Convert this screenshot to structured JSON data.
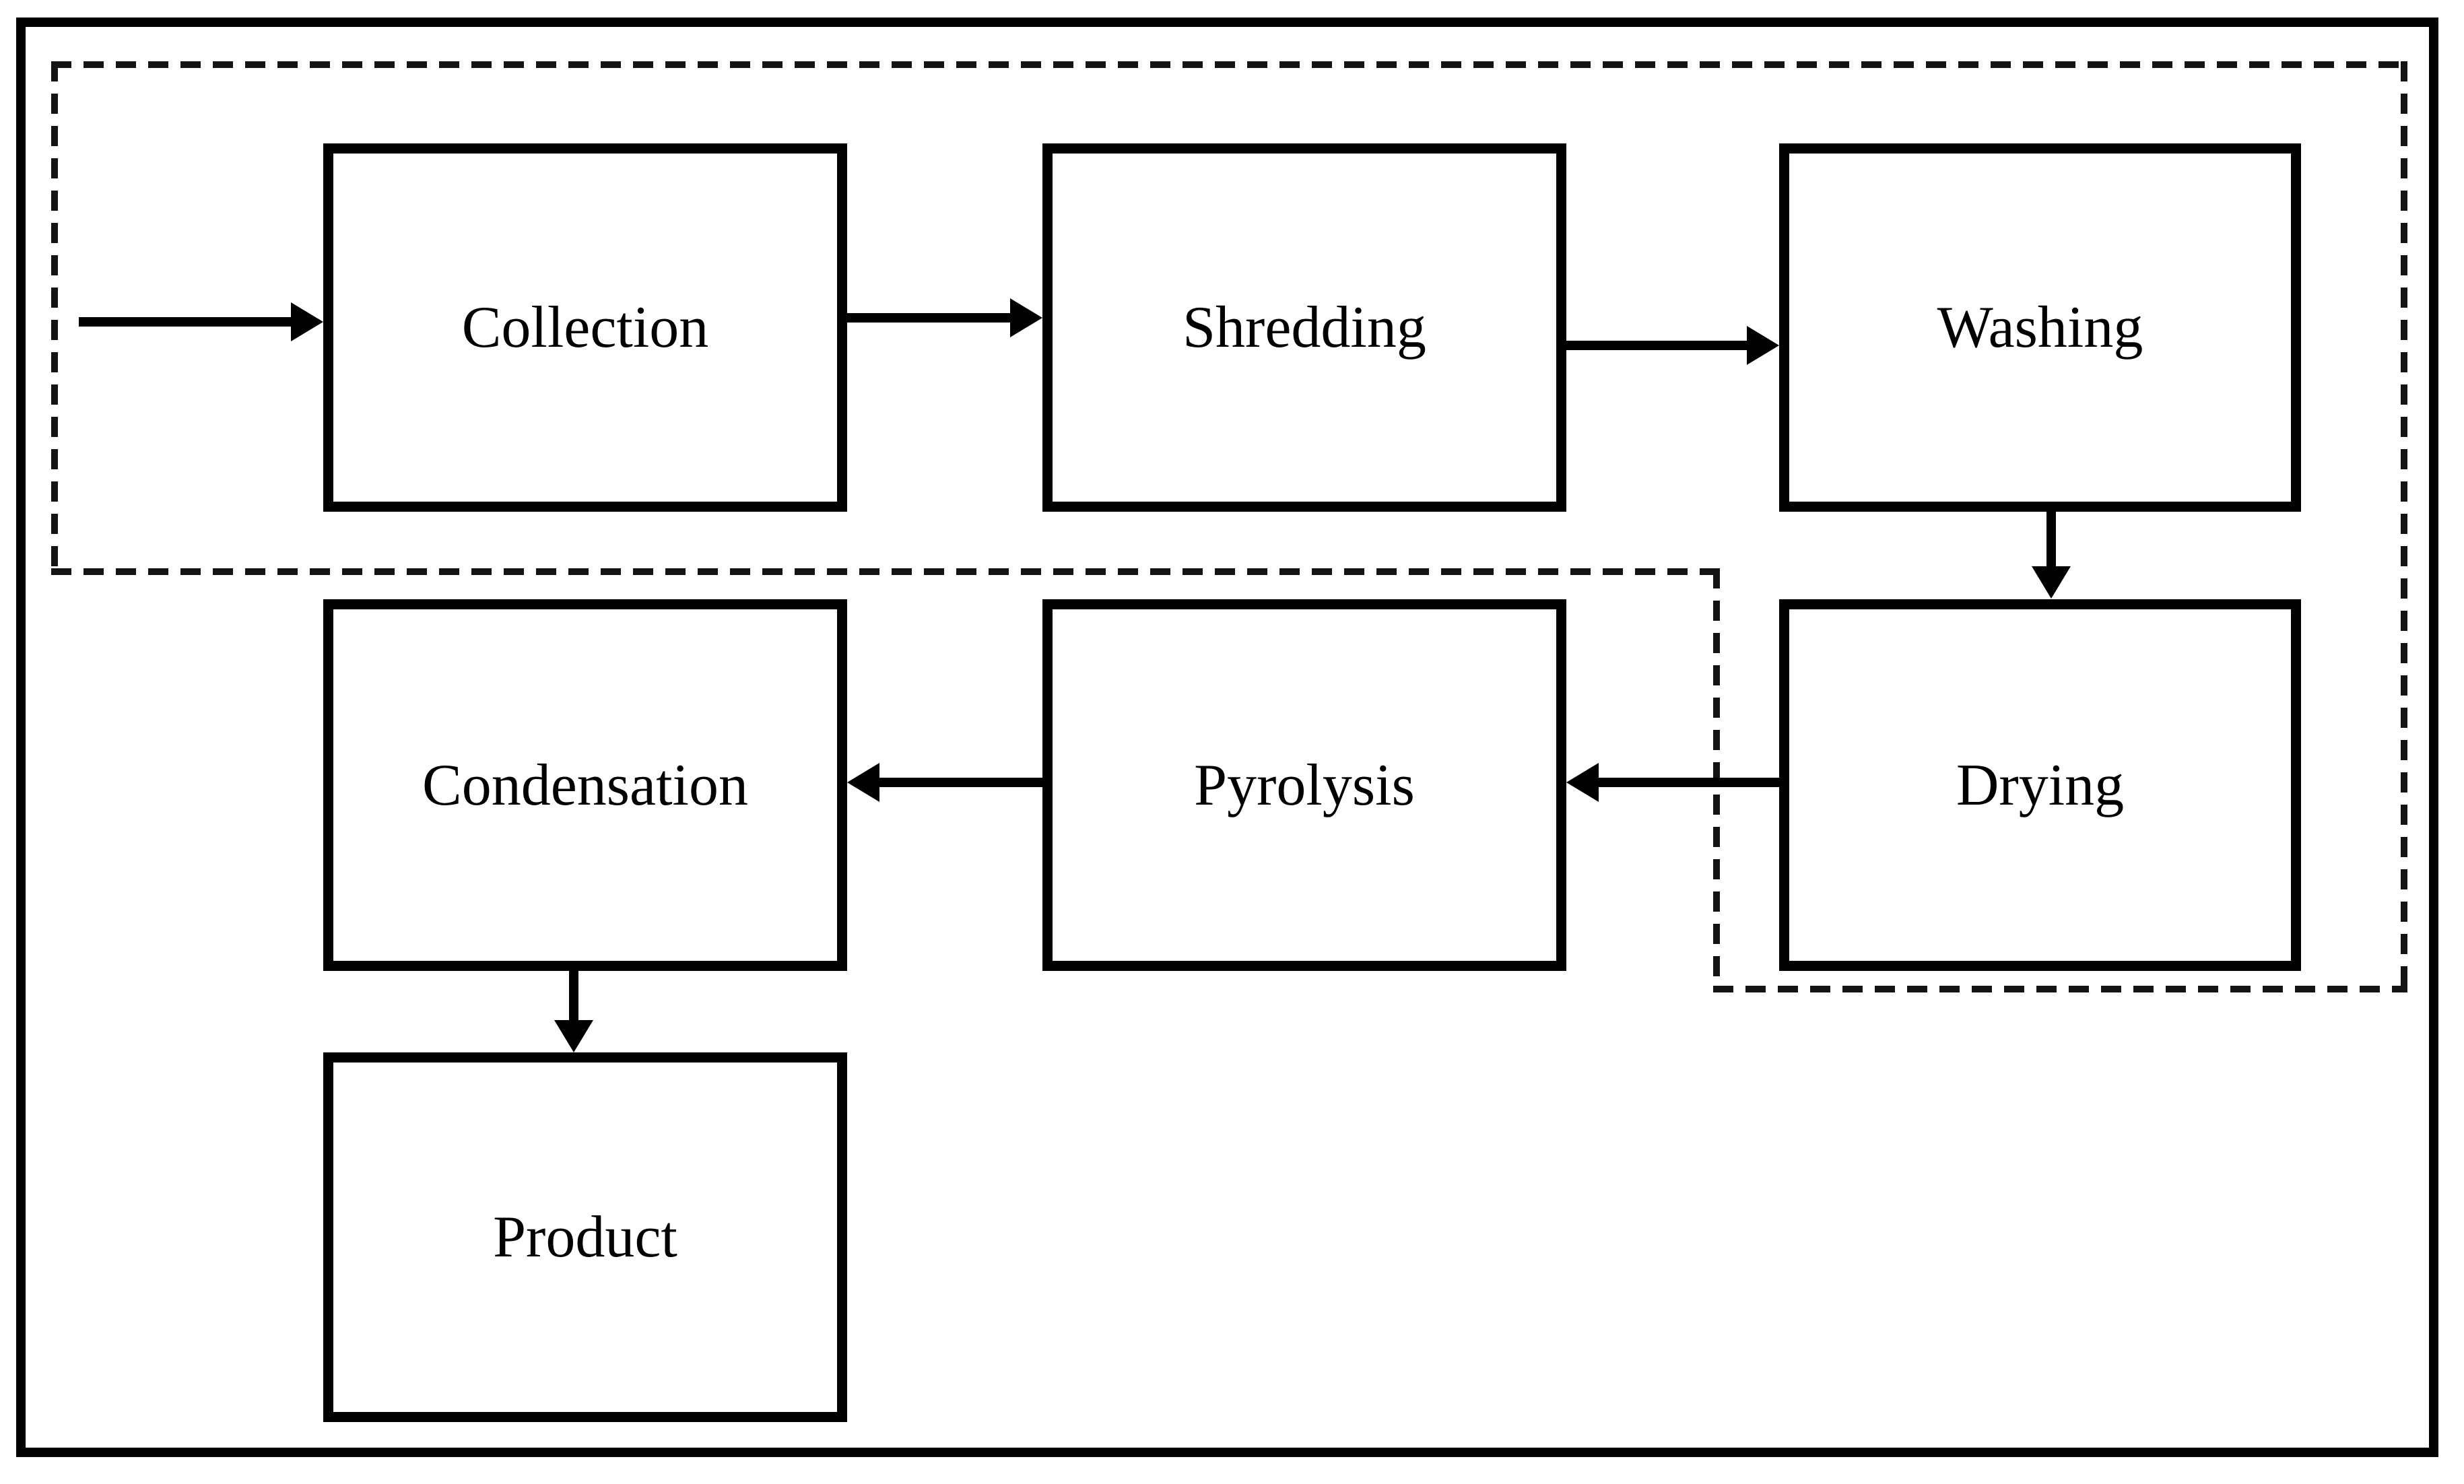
{
  "nodes": {
    "collection": {
      "label": "Collection"
    },
    "shredding": {
      "label": "Shredding"
    },
    "washing": {
      "label": "Washing"
    },
    "drying": {
      "label": "Drying"
    },
    "pyrolysis": {
      "label": "Pyrolysis"
    },
    "condensation": {
      "label": "Condensation"
    },
    "product": {
      "label": "Product"
    }
  },
  "edges": [
    {
      "from": "input",
      "to": "collection",
      "direction": "right"
    },
    {
      "from": "collection",
      "to": "shredding",
      "direction": "right"
    },
    {
      "from": "shredding",
      "to": "washing",
      "direction": "right"
    },
    {
      "from": "washing",
      "to": "drying",
      "direction": "down"
    },
    {
      "from": "drying",
      "to": "pyrolysis",
      "direction": "left"
    },
    {
      "from": "pyrolysis",
      "to": "condensation",
      "direction": "left"
    },
    {
      "from": "condensation",
      "to": "product",
      "direction": "down"
    }
  ],
  "groups": {
    "dashed_boundary": {
      "style": "dashed",
      "encloses": [
        "collection",
        "shredding",
        "washing",
        "drying"
      ]
    }
  },
  "colors": {
    "line": "#000000",
    "dash": "#141414",
    "background": "#ffffff"
  }
}
